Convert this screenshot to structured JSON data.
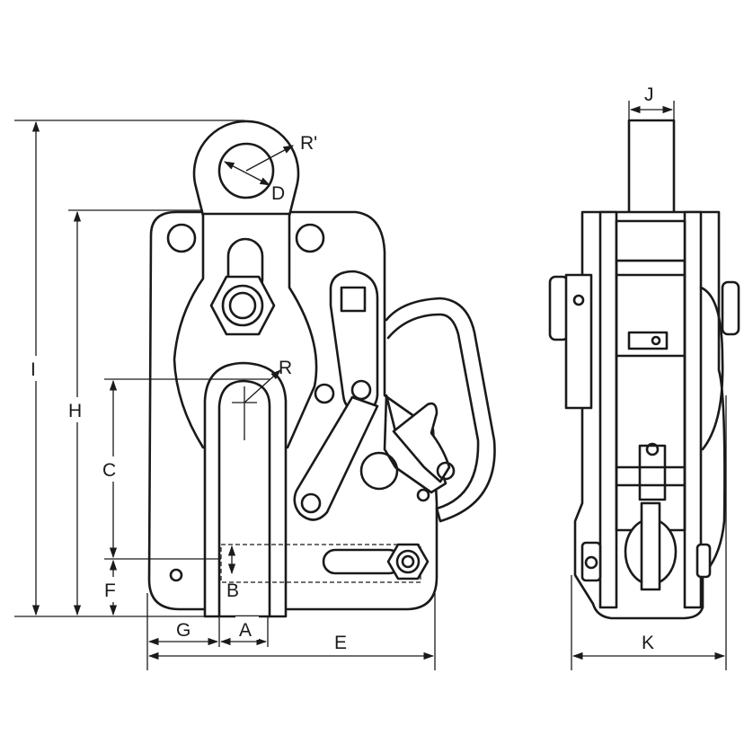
{
  "front_view": {
    "labels": {
      "I": "I",
      "H": "H",
      "C": "C",
      "F": "F",
      "G": "G",
      "A": "A",
      "B": "B",
      "E": "E",
      "R": "R",
      "R_prime": "R'",
      "D": "D"
    }
  },
  "side_view": {
    "labels": {
      "J": "J",
      "K": "K"
    }
  },
  "colors": {
    "line": "#1a1a1a",
    "background": "#ffffff"
  }
}
